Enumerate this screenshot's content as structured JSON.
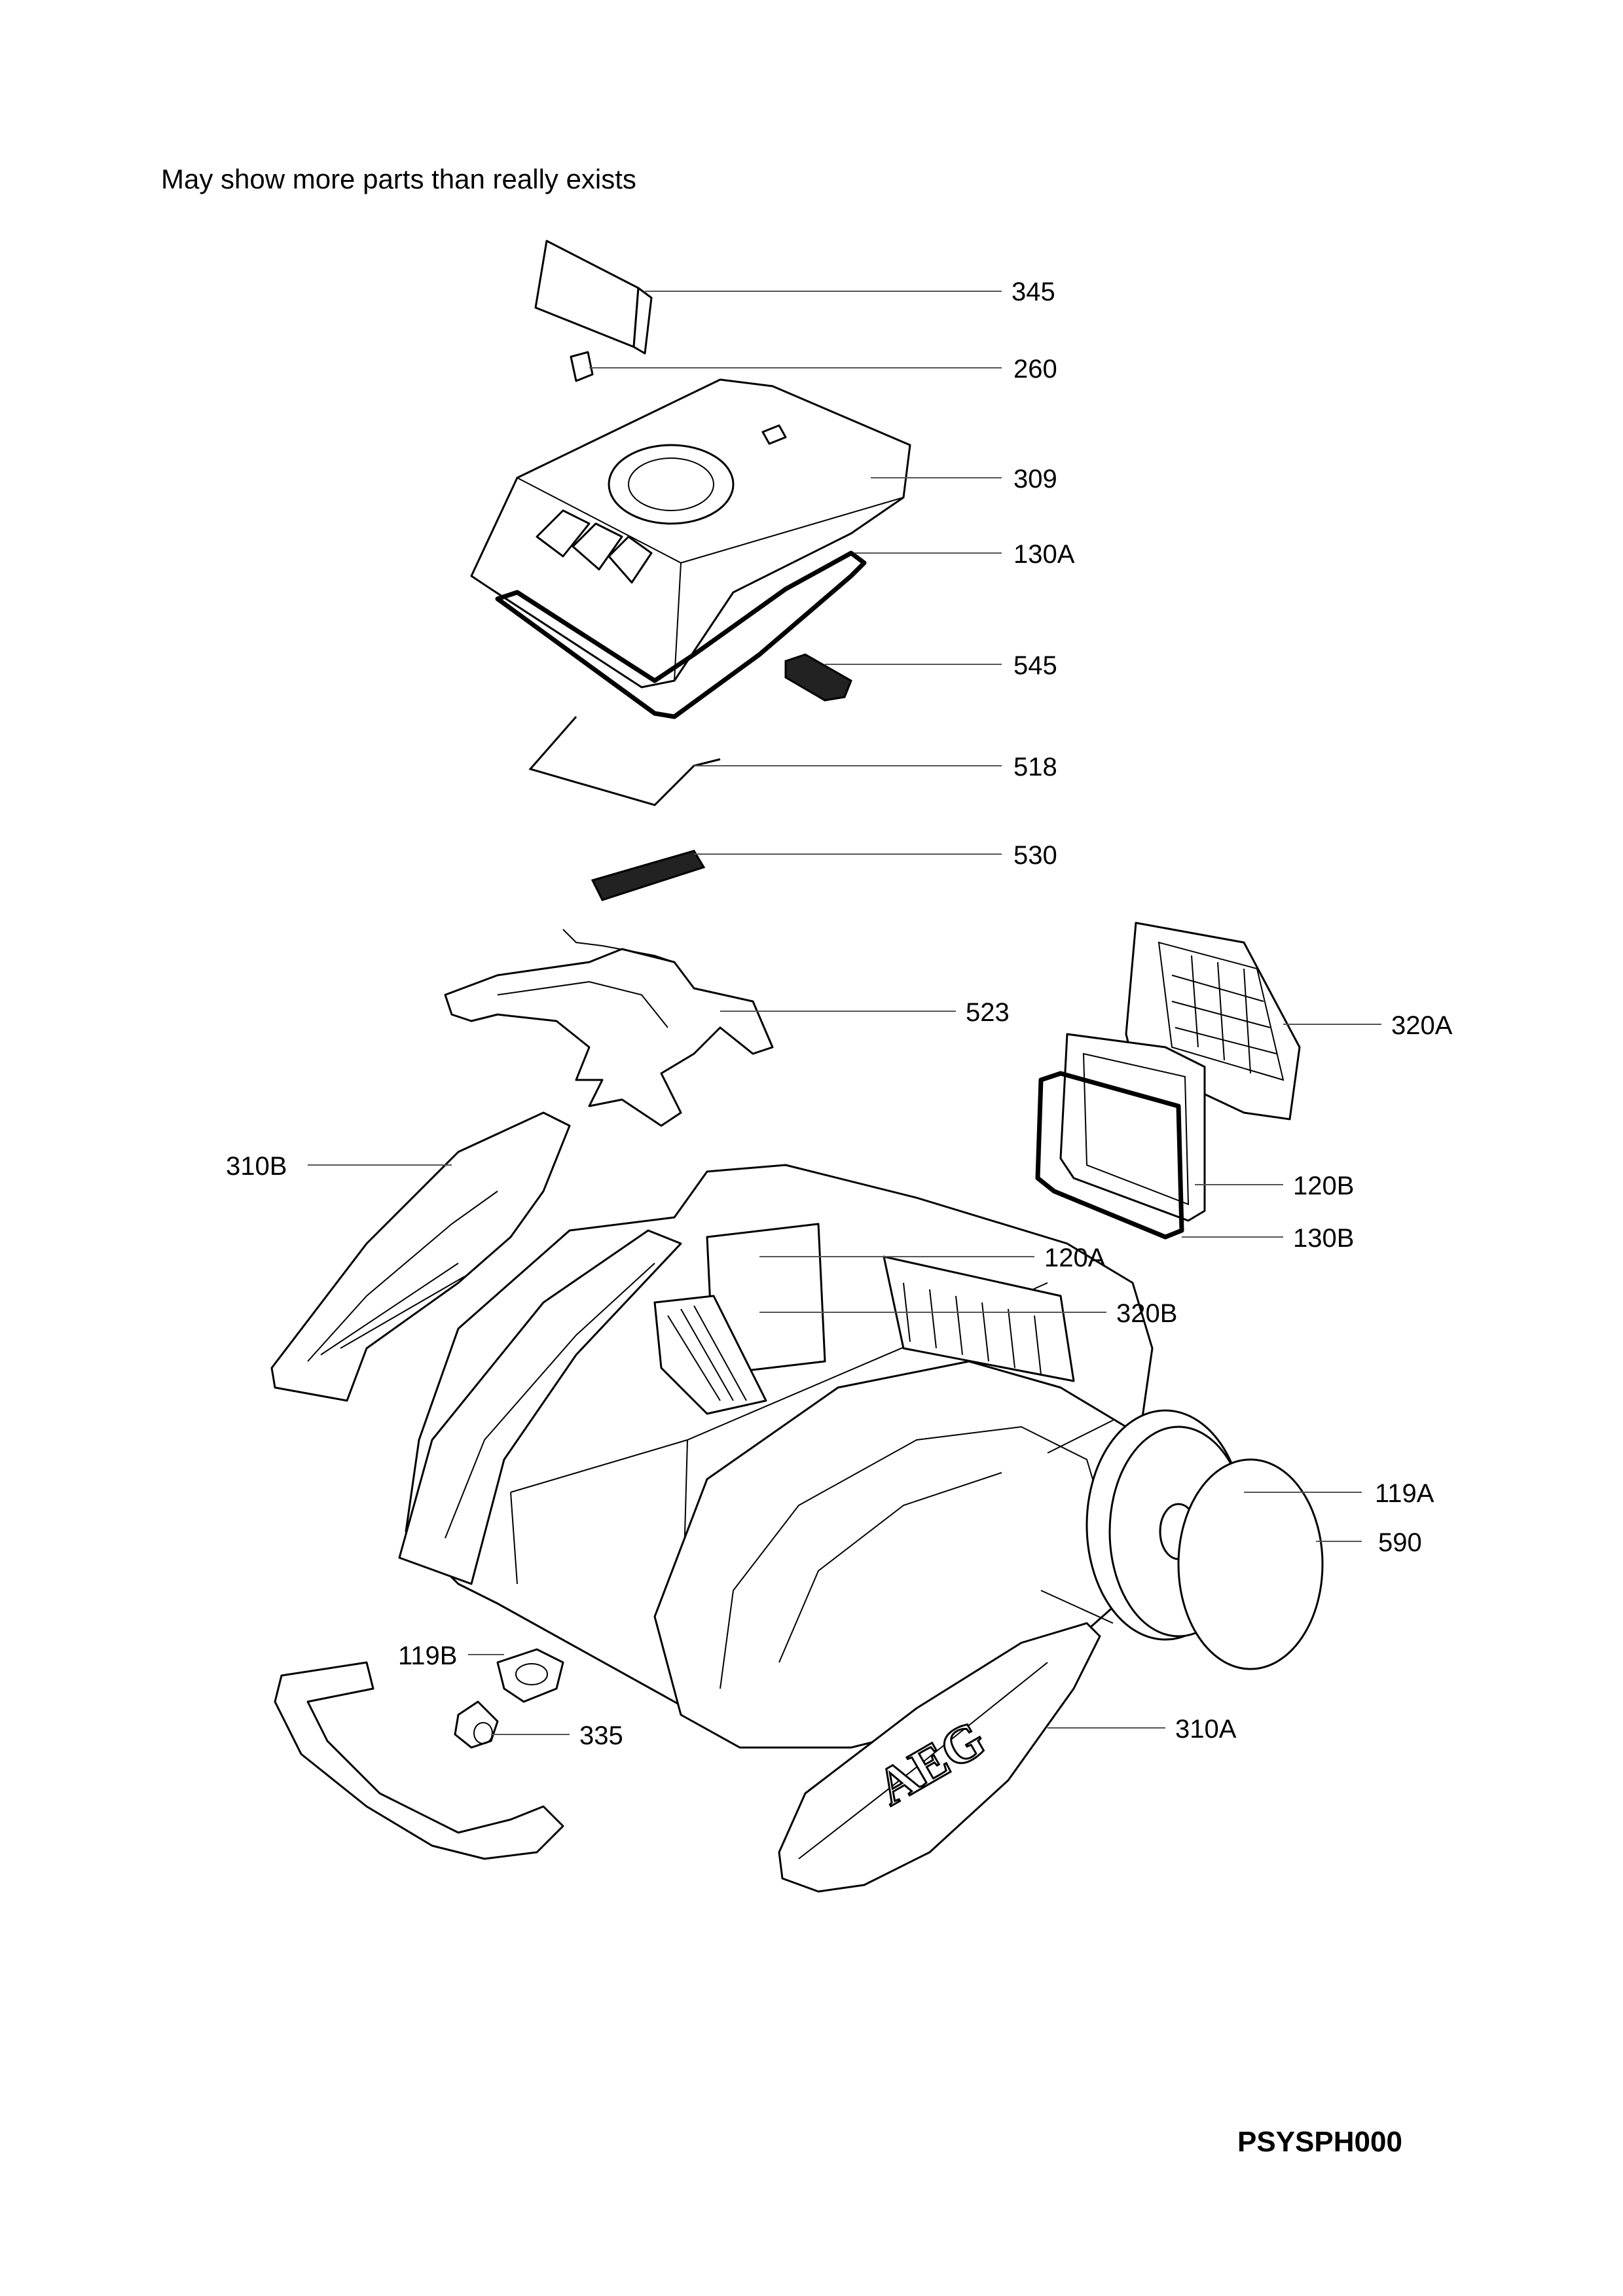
{
  "note": "May show more parts than really exists",
  "diagram_code": "PSYSPH000",
  "brand_logo": "AEG",
  "parts": [
    {
      "id": "p345",
      "label": "345"
    },
    {
      "id": "p260",
      "label": "260"
    },
    {
      "id": "p309",
      "label": "309"
    },
    {
      "id": "p130A",
      "label": "130A"
    },
    {
      "id": "p545",
      "label": "545"
    },
    {
      "id": "p518",
      "label": "518"
    },
    {
      "id": "p530",
      "label": "530"
    },
    {
      "id": "p523",
      "label": "523"
    },
    {
      "id": "p320A",
      "label": "320A"
    },
    {
      "id": "p310B",
      "label": "310B"
    },
    {
      "id": "p120B",
      "label": "120B"
    },
    {
      "id": "p130B",
      "label": "130B"
    },
    {
      "id": "p120A",
      "label": "120A"
    },
    {
      "id": "p320B",
      "label": "320B"
    },
    {
      "id": "p119A",
      "label": "119A"
    },
    {
      "id": "p590",
      "label": "590"
    },
    {
      "id": "p119B",
      "label": "119B"
    },
    {
      "id": "p335",
      "label": "335"
    },
    {
      "id": "p310A",
      "label": "310A"
    }
  ]
}
